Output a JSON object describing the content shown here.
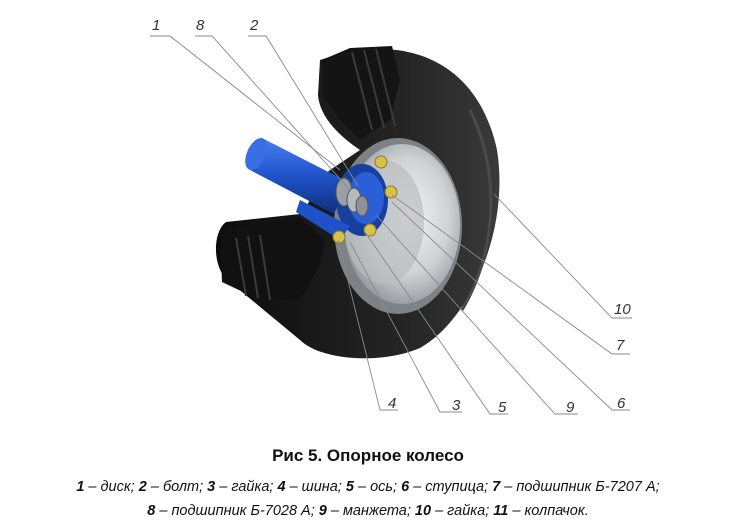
{
  "figure": {
    "caption": "Рис 5. Опорное колесо",
    "colors": {
      "tire": "#1c1c1c",
      "axle": "#1f52c8",
      "rim": "#d2d4d7",
      "nut": "#d6c24a"
    },
    "callouts": [
      "1",
      "8",
      "2",
      "10",
      "7",
      "4",
      "3",
      "5",
      "9",
      "6"
    ],
    "legend": {
      "line1": [
        {
          "num": "1",
          "text": " – диск; "
        },
        {
          "num": "2",
          "text": " – болт; "
        },
        {
          "num": "3",
          "text": " – гайка; "
        },
        {
          "num": "4",
          "text": " – шина; "
        },
        {
          "num": "5",
          "text": " – ось; "
        },
        {
          "num": "6",
          "text": " – ступица; "
        },
        {
          "num": "7",
          "text": " – подшипник Б-7207 А;"
        }
      ],
      "line2": [
        {
          "num": "8",
          "text": " – подшипник Б-7028 А; "
        },
        {
          "num": "9",
          "text": " – манжета; "
        },
        {
          "num": "10",
          "text": " – гайка; "
        },
        {
          "num": "11",
          "text": " – колпачок."
        }
      ]
    }
  }
}
